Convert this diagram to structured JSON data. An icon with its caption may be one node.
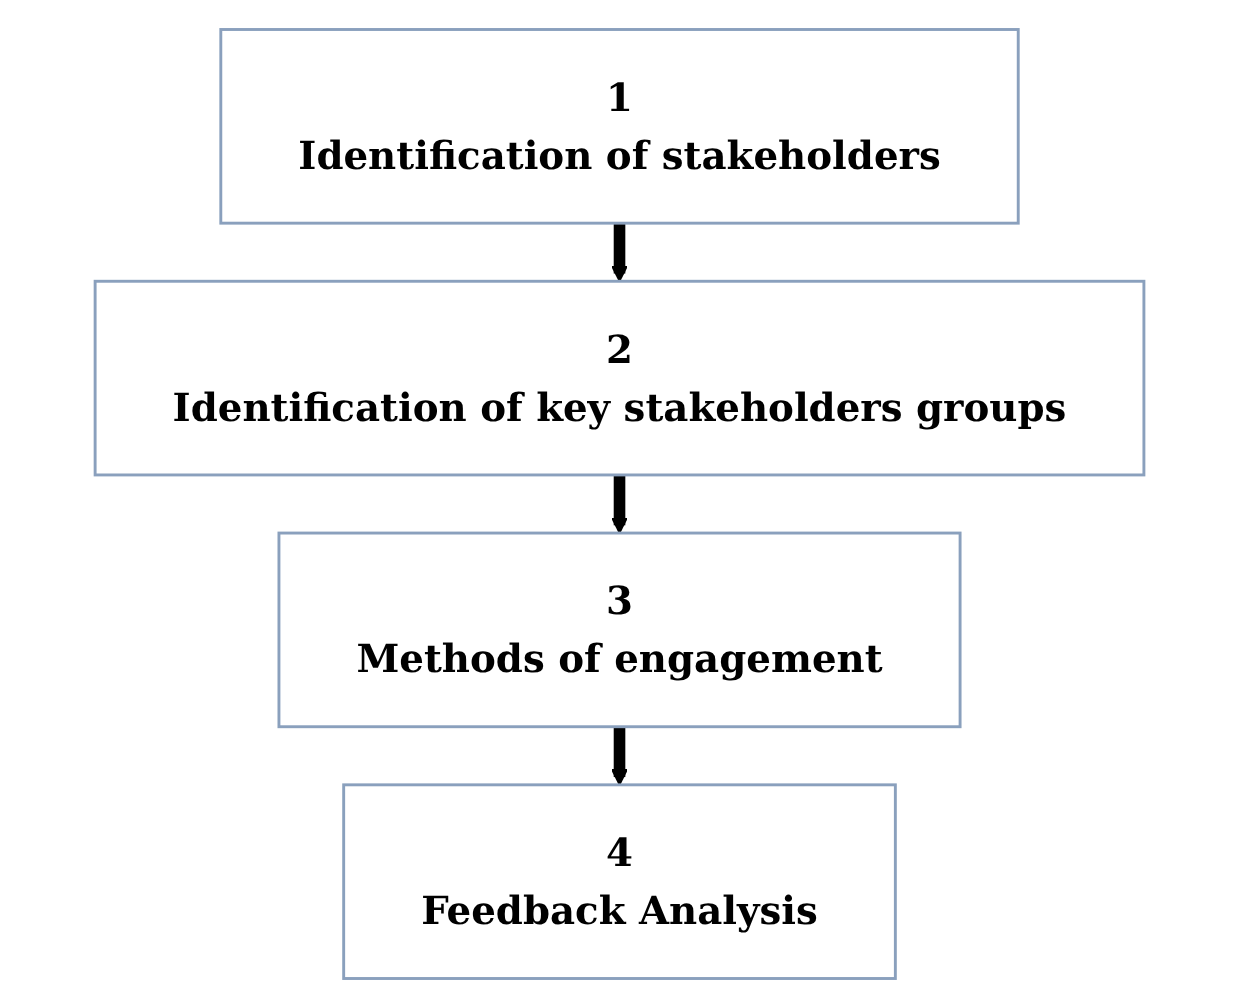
{
  "diagram": {
    "nodes": [
      {
        "text": [
          "1",
          "Identification of stakeholders"
        ]
      },
      {
        "text": [
          "2",
          "Identification of key stakeholders groups"
        ]
      },
      {
        "text": [
          "3",
          "Methods of engagement"
        ]
      },
      {
        "text": [
          "4",
          "Feedback Analysis"
        ]
      }
    ],
    "edges": [
      {
        "from": 0,
        "to": 1,
        "arrow": "to"
      },
      {
        "from": 1,
        "to": 2,
        "arrow": "to"
      },
      {
        "from": 2,
        "to": 3,
        "arrow": "to"
      }
    ]
  }
}
